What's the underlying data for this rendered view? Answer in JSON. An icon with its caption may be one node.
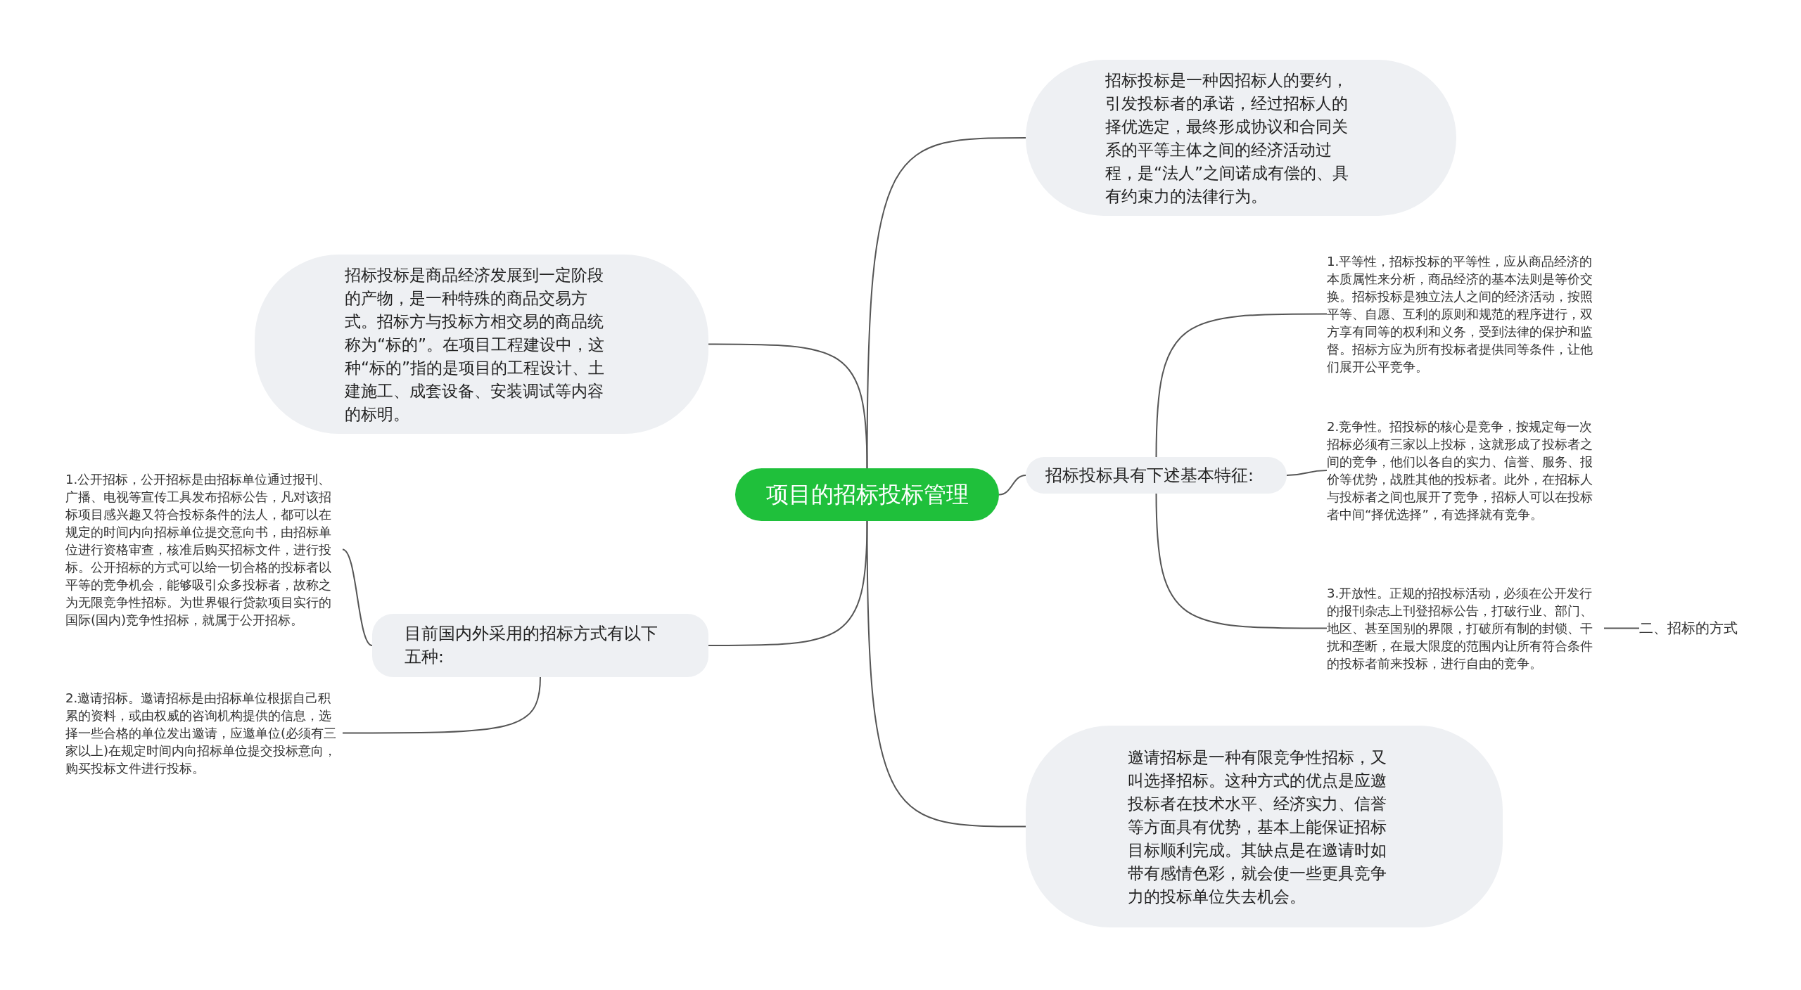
{
  "diagram": {
    "nodes": [
      {
        "text": [
          "项目的招标投标管理"
        ]
      },
      {
        "text": [
          "招标投标是一种因招标人的要约，引发投标者的承诺，经过招标人的择优选定，最终形成协议和合同关系的平等主体之间的经济活动过程，是“法人”之间诺成有偿的、具有约束力的法律行为。"
        ]
      },
      {
        "text": [
          "招标投标是商品经济发展到一定阶段的产物，是一种特殊的商品交易方式。招标方与投标方相交易的商品统称为“标的”。在项目工程建设中，这种“标的”指的是项目的工程设计、土建施工、成套设备、安装调试等内容的标明。"
        ]
      },
      {
        "text": [
          "招标投标具有下述基本特征:"
        ]
      },
      {
        "text": [
          "目前国内外采用的招标方式有以下五种:"
        ]
      },
      {
        "text": [
          "邀请招标是一种有限竞争性招标，又叫选择招标。这种方式的优点是应邀投标者在技术水平、经济实力、信誉等方面具有优势，基本上能保证招标目标顺利完成。其缺点是在邀请时如带有感情色彩，就会使一些更具竞争力的投标单位失去机会。"
        ]
      },
      {
        "text": [
          "1.平等性，招标投标的平等性，应从商品经济的本质属性来分析，商品经济的基本法则是等价交换。招标投标是独立法人之间的经济活动，按照平等、自愿、互利的原则和规范的程序进行，双方享有同等的权利和义务，受到法律的保护和监督。招标方应为所有投标者提供同等条件，让他们展开公平竞争。"
        ]
      },
      {
        "text": [
          "2.竞争性。招投标的核心是竞争，按规定每一次招标必须有三家以上投标，这就形成了投标者之间的竞争，他们以各自的实力、信誉、服务、报价等优势，战胜其他的投标者。此外，在招标人与投标者之间也展开了竞争，招标人可以在投标者中间“择优选择”，有选择就有竞争。"
        ]
      },
      {
        "text": [
          "3.开放性。正规的招投标活动，必须在公开发行的报刊杂志上刊登招标公告，打破行业、部门、地区、甚至国别的界限，打破所有制的封锁、干扰和垄断，在最大限度的范围内让所有符合条件的投标者前来投标，进行自由的竞争。"
        ]
      },
      {
        "text": [
          "二、招标的方式"
        ]
      },
      {
        "text": [
          "1.公开招标，公开招标是由招标单位通过报刊、广播、电视等宣传工具发布招标公告，凡对该招标项目感兴趣又符合投标条件的法人，都可以在规定的时间内向招标单位提交意向书，由招标单位进行资格审查，核准后购买招标文件，进行投标。公开招标的方式可以给一切合格的投标者以平等的竞争机会，能够吸引众多投标者，故称之为无限竞争性招标。为世界银行贷款项目实行的国际(国内)竞争性招标，就属于公开招标。"
        ]
      },
      {
        "text": [
          "2.邀请招标。邀请招标是由招标单位根据自己积累的资料，或由权威的咨询机构提供的信息，选择一些合格的单位发出邀请，应邀单位(必须有三家以上)在规定时间内向招标单位提交投标意向，购买投标文件进行投标。"
        ]
      }
    ],
    "edges": [
      {
        "from": 0,
        "to": 1,
        "arrow": "none"
      },
      {
        "from": 0,
        "to": 2,
        "arrow": "none"
      },
      {
        "from": 0,
        "to": 3,
        "arrow": "none"
      },
      {
        "from": 0,
        "to": 4,
        "arrow": "none"
      },
      {
        "from": 0,
        "to": 5,
        "arrow": "none"
      },
      {
        "from": 3,
        "to": 6,
        "arrow": "none"
      },
      {
        "from": 3,
        "to": 7,
        "arrow": "none"
      },
      {
        "from": 3,
        "to": 8,
        "arrow": "none"
      },
      {
        "from": 8,
        "to": 9,
        "arrow": "none"
      },
      {
        "from": 4,
        "to": 10,
        "arrow": "none"
      },
      {
        "from": 4,
        "to": 11,
        "arrow": "none"
      }
    ]
  }
}
